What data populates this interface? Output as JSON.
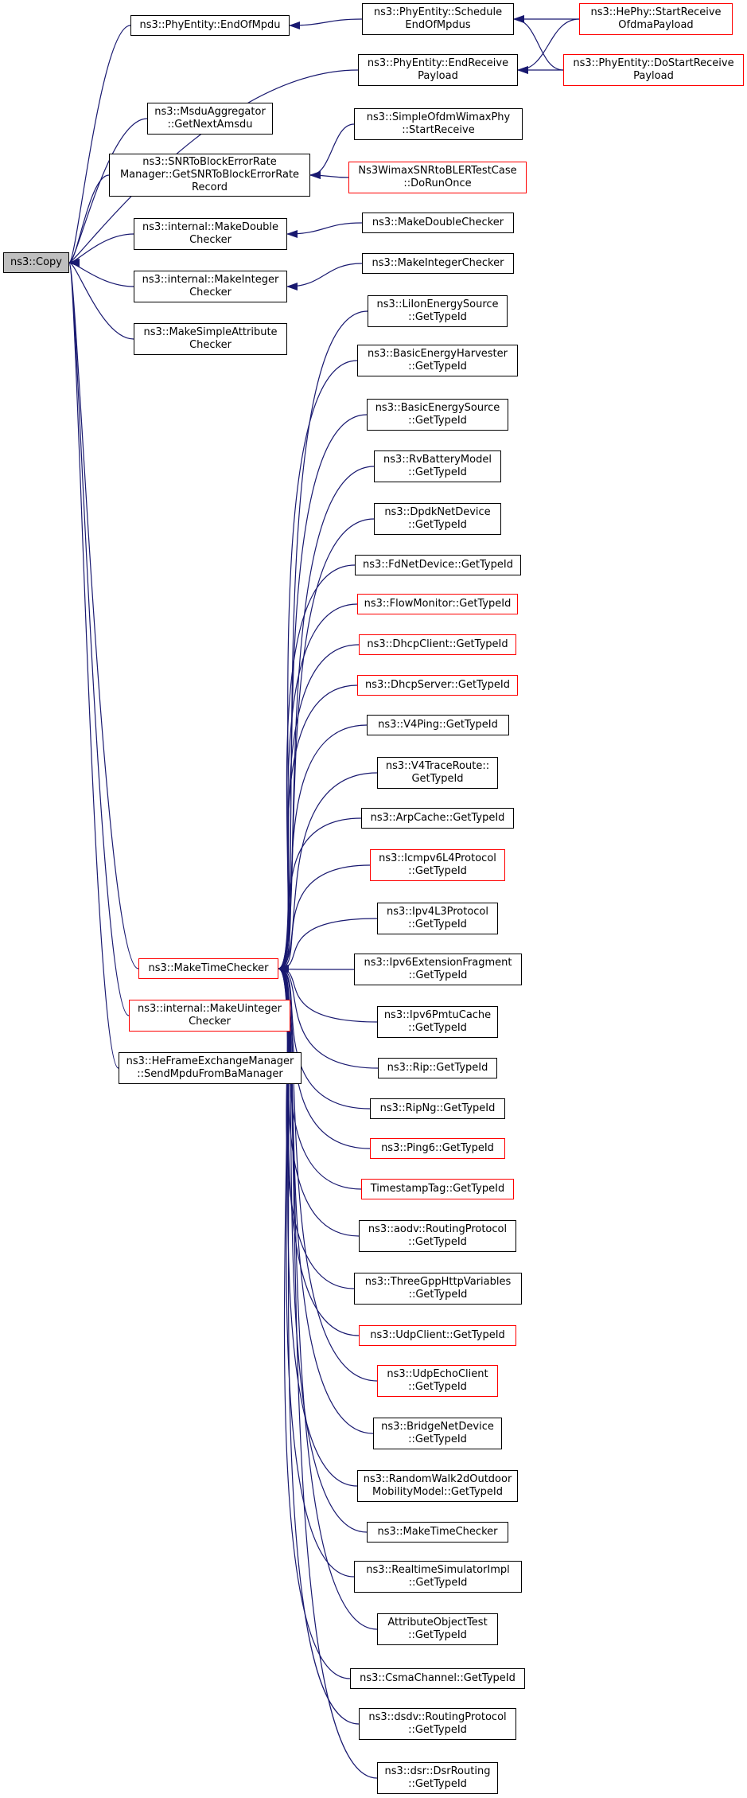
{
  "colors": {
    "edge": "#191970",
    "node_border": "#000000",
    "node_border_incomplete": "#ff0000",
    "root_fill": "#bfbfbf"
  },
  "nodes": {
    "copy": {
      "lines": [
        "ns3::Copy"
      ]
    },
    "end_of_mpdu": {
      "lines": [
        "ns3::PhyEntity::EndOfMpdu"
      ]
    },
    "schedule_end_of_mpdus": {
      "lines": [
        "ns3::PhyEntity::Schedule",
        "EndOfMpdus"
      ]
    },
    "hephy_start_receive": {
      "lines": [
        "ns3::HePhy::StartReceive",
        "OfdmaPayload"
      ]
    },
    "end_receive_payload": {
      "lines": [
        "ns3::PhyEntity::EndReceive",
        "Payload"
      ]
    },
    "do_start_receive_payload": {
      "lines": [
        "ns3::PhyEntity::DoStartReceive",
        "Payload"
      ]
    },
    "msdu_aggregator": {
      "lines": [
        "ns3::MsduAggregator",
        "::GetNextAmsdu"
      ]
    },
    "snr_to_block_error": {
      "lines": [
        "ns3::SNRToBlockErrorRate",
        "Manager::GetSNRToBlockErrorRate",
        "Record"
      ]
    },
    "simple_ofdm_wimax": {
      "lines": [
        "ns3::SimpleOfdmWimaxPhy",
        "::StartReceive"
      ]
    },
    "wimax_snr_test": {
      "lines": [
        "Ns3WimaxSNRtoBLERTestCase",
        "::DoRunOnce"
      ]
    },
    "internal_make_double": {
      "lines": [
        "ns3::internal::MakeDouble",
        "Checker"
      ]
    },
    "make_double_checker": {
      "lines": [
        "ns3::MakeDoubleChecker"
      ]
    },
    "internal_make_integer": {
      "lines": [
        "ns3::internal::MakeInteger",
        "Checker"
      ]
    },
    "make_integer_checker": {
      "lines": [
        "ns3::MakeIntegerChecker"
      ]
    },
    "make_simple_attribute": {
      "lines": [
        "ns3::MakeSimpleAttribute",
        "Checker"
      ]
    },
    "make_time_checker": {
      "lines": [
        "ns3::MakeTimeChecker"
      ]
    },
    "internal_make_uinteger": {
      "lines": [
        "ns3::internal::MakeUinteger",
        "Checker"
      ]
    },
    "he_frame_exchange": {
      "lines": [
        "ns3::HeFrameExchangeManager",
        "::SendMpduFromBaManager"
      ]
    },
    "li_ion": {
      "lines": [
        "ns3::LiIonEnergySource",
        "::GetTypeId"
      ]
    },
    "basic_energy_harvester": {
      "lines": [
        "ns3::BasicEnergyHarvester",
        "::GetTypeId"
      ]
    },
    "basic_energy_source": {
      "lines": [
        "ns3::BasicEnergySource",
        "::GetTypeId"
      ]
    },
    "rv_battery": {
      "lines": [
        "ns3::RvBatteryModel",
        "::GetTypeId"
      ]
    },
    "dpdk": {
      "lines": [
        "ns3::DpdkNetDevice",
        "::GetTypeId"
      ]
    },
    "fd_net": {
      "lines": [
        "ns3::FdNetDevice::GetTypeId"
      ]
    },
    "flow_monitor": {
      "lines": [
        "ns3::FlowMonitor::GetTypeId"
      ]
    },
    "dhcp_client": {
      "lines": [
        "ns3::DhcpClient::GetTypeId"
      ]
    },
    "dhcp_server": {
      "lines": [
        "ns3::DhcpServer::GetTypeId"
      ]
    },
    "v4ping": {
      "lines": [
        "ns3::V4Ping::GetTypeId"
      ]
    },
    "v4trace": {
      "lines": [
        "ns3::V4TraceRoute::",
        "GetTypeId"
      ]
    },
    "arp_cache": {
      "lines": [
        "ns3::ArpCache::GetTypeId"
      ]
    },
    "icmpv6": {
      "lines": [
        "ns3::Icmpv6L4Protocol",
        "::GetTypeId"
      ]
    },
    "ipv4l3": {
      "lines": [
        "ns3::Ipv4L3Protocol",
        "::GetTypeId"
      ]
    },
    "ipv6ext": {
      "lines": [
        "ns3::Ipv6ExtensionFragment",
        "::GetTypeId"
      ]
    },
    "ipv6pmtu": {
      "lines": [
        "ns3::Ipv6PmtuCache",
        "::GetTypeId"
      ]
    },
    "rip": {
      "lines": [
        "ns3::Rip::GetTypeId"
      ]
    },
    "ripng": {
      "lines": [
        "ns3::RipNg::GetTypeId"
      ]
    },
    "ping6": {
      "lines": [
        "ns3::Ping6::GetTypeId"
      ]
    },
    "timestamp": {
      "lines": [
        "TimestampTag::GetTypeId"
      ]
    },
    "aodv": {
      "lines": [
        "ns3::aodv::RoutingProtocol",
        "::GetTypeId"
      ]
    },
    "threegpp": {
      "lines": [
        "ns3::ThreeGppHttpVariables",
        "::GetTypeId"
      ]
    },
    "udp_client": {
      "lines": [
        "ns3::UdpClient::GetTypeId"
      ]
    },
    "udp_echo": {
      "lines": [
        "ns3::UdpEchoClient",
        "::GetTypeId"
      ]
    },
    "bridge": {
      "lines": [
        "ns3::BridgeNetDevice",
        "::GetTypeId"
      ]
    },
    "random_walk": {
      "lines": [
        "ns3::RandomWalk2dOutdoor",
        "MobilityModel::GetTypeId"
      ]
    },
    "make_time_checker2": {
      "lines": [
        "ns3::MakeTimeChecker"
      ]
    },
    "realtime": {
      "lines": [
        "ns3::RealtimeSimulatorImpl",
        "::GetTypeId"
      ]
    },
    "attr_obj_test": {
      "lines": [
        "AttributeObjectTest",
        "::GetTypeId"
      ]
    },
    "csma": {
      "lines": [
        "ns3::CsmaChannel::GetTypeId"
      ]
    },
    "dsdv": {
      "lines": [
        "ns3::dsdv::RoutingProtocol",
        "::GetTypeId"
      ]
    },
    "dsr": {
      "lines": [
        "ns3::dsr::DsrRouting",
        "::GetTypeId"
      ]
    }
  }
}
